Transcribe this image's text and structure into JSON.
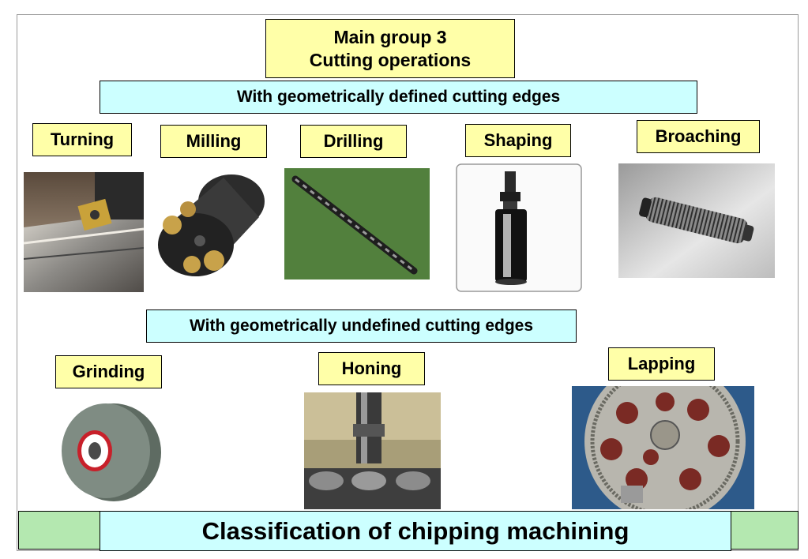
{
  "header": {
    "group_line1": "Main group 3",
    "group_line2": "Cutting operations"
  },
  "defined_category": "With geometrically defined cutting edges",
  "undefined_category": "With geometrically undefined cutting edges",
  "processes": {
    "turning": "Turning",
    "milling": "Milling",
    "drilling": "Drilling",
    "shaping": "Shaping",
    "broaching": "Broaching",
    "grinding": "Grinding",
    "honing": "Honing",
    "lapping": "Lapping"
  },
  "footer": {
    "title": "Classification of chipping machining"
  },
  "colors": {
    "label_fill": "#ffffa8",
    "category_fill": "#ccffff",
    "footer_side_fill": "#b4e8b0"
  }
}
